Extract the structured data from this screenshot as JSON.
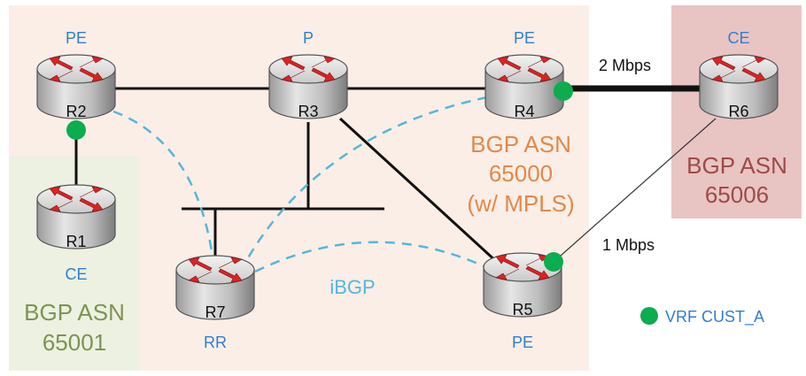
{
  "colors": {
    "asn_main_bg": "#fbeee6",
    "asn_ce1_bg": "#ecf1e1",
    "asn_ce6_bg": "#e8c4c3",
    "role_label": "#2f7fd0",
    "ibgp_session": "#55b6dc",
    "vrf_marker": "#0cad4e",
    "asn_main_text": "#e0894c",
    "asn_ce1_text": "#7d9451",
    "asn_ce6_text": "#9f4a48",
    "router_arrow": "#dd2222"
  },
  "routers": [
    {
      "id": "R1",
      "label": "R1",
      "role": "CE"
    },
    {
      "id": "R2",
      "label": "R2",
      "role": "PE"
    },
    {
      "id": "R3",
      "label": "R3",
      "role": "P"
    },
    {
      "id": "R4",
      "label": "R4",
      "role": "PE"
    },
    {
      "id": "R5",
      "label": "R5",
      "role": "PE"
    },
    {
      "id": "R6",
      "label": "R6",
      "role": "CE"
    },
    {
      "id": "R7",
      "label": "R7",
      "role": "RR"
    }
  ],
  "asn": {
    "main": {
      "line1": "BGP ASN",
      "line2": "65000",
      "line3": "(w/ MPLS)"
    },
    "ce1": {
      "line1": "BGP ASN",
      "line2": "65001"
    },
    "ce6": {
      "line1": "BGP ASN",
      "line2": "65006"
    }
  },
  "links": {
    "r4_r6_bandwidth": "2 Mbps",
    "r5_r6_bandwidth": "1 Mbps"
  },
  "ibgp_label": "iBGP",
  "legend": {
    "vrf_label": "VRF CUST_A"
  }
}
